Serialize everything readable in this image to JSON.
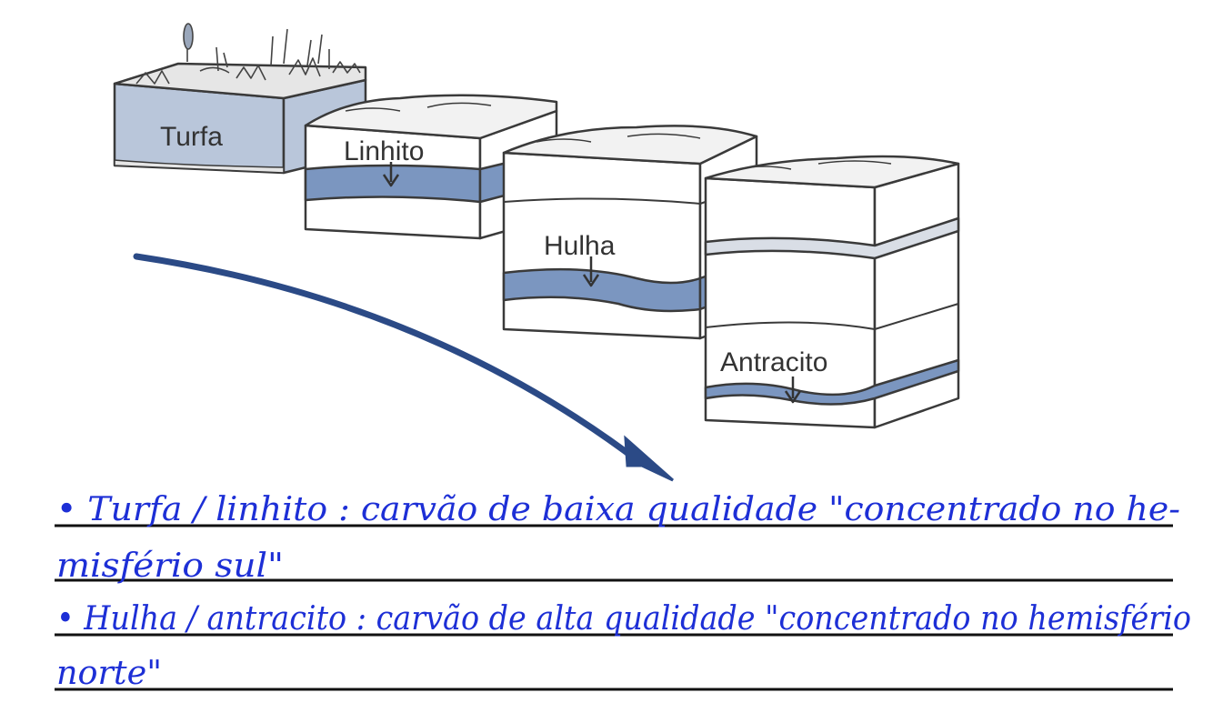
{
  "diagram": {
    "blocks": [
      {
        "id": "turfa",
        "label": "Turfa"
      },
      {
        "id": "linhito",
        "label": "Linhito"
      },
      {
        "id": "hulha",
        "label": "Hulha"
      },
      {
        "id": "antracito",
        "label": "Antracito"
      }
    ]
  },
  "notes": {
    "lines": [
      "• Turfa / linhito : carvão de baixa qualidade \"concentrado no he-",
      "misfério sul\"",
      "• Hulha / antracito : carvão de alta qualidade \"concentrado no hemisfério",
      "norte\""
    ]
  },
  "colors": {
    "coal": "#7b96c0",
    "peat": "#b9c6da",
    "outline": "#3a3a3a",
    "arrow": "#2b4a86",
    "ink": "#1d2fd6",
    "ruled_line": "#111111"
  }
}
